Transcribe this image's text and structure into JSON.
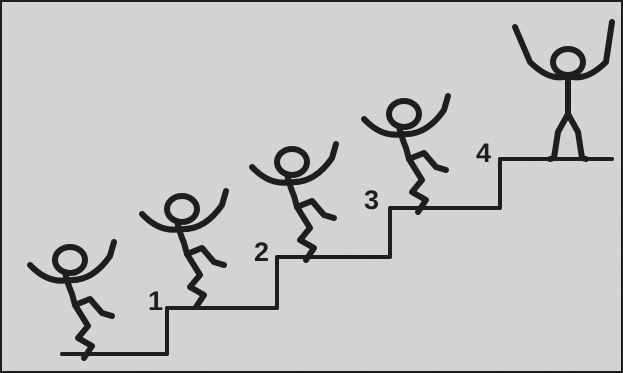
{
  "diagram": {
    "step_labels": [
      "1",
      "2",
      "3",
      "4"
    ],
    "figures": [
      "climbing",
      "climbing",
      "climbing",
      "climbing",
      "celebrating"
    ]
  },
  "colors": {
    "background": "#d9d9d9",
    "ink": "#1e1e1e"
  }
}
